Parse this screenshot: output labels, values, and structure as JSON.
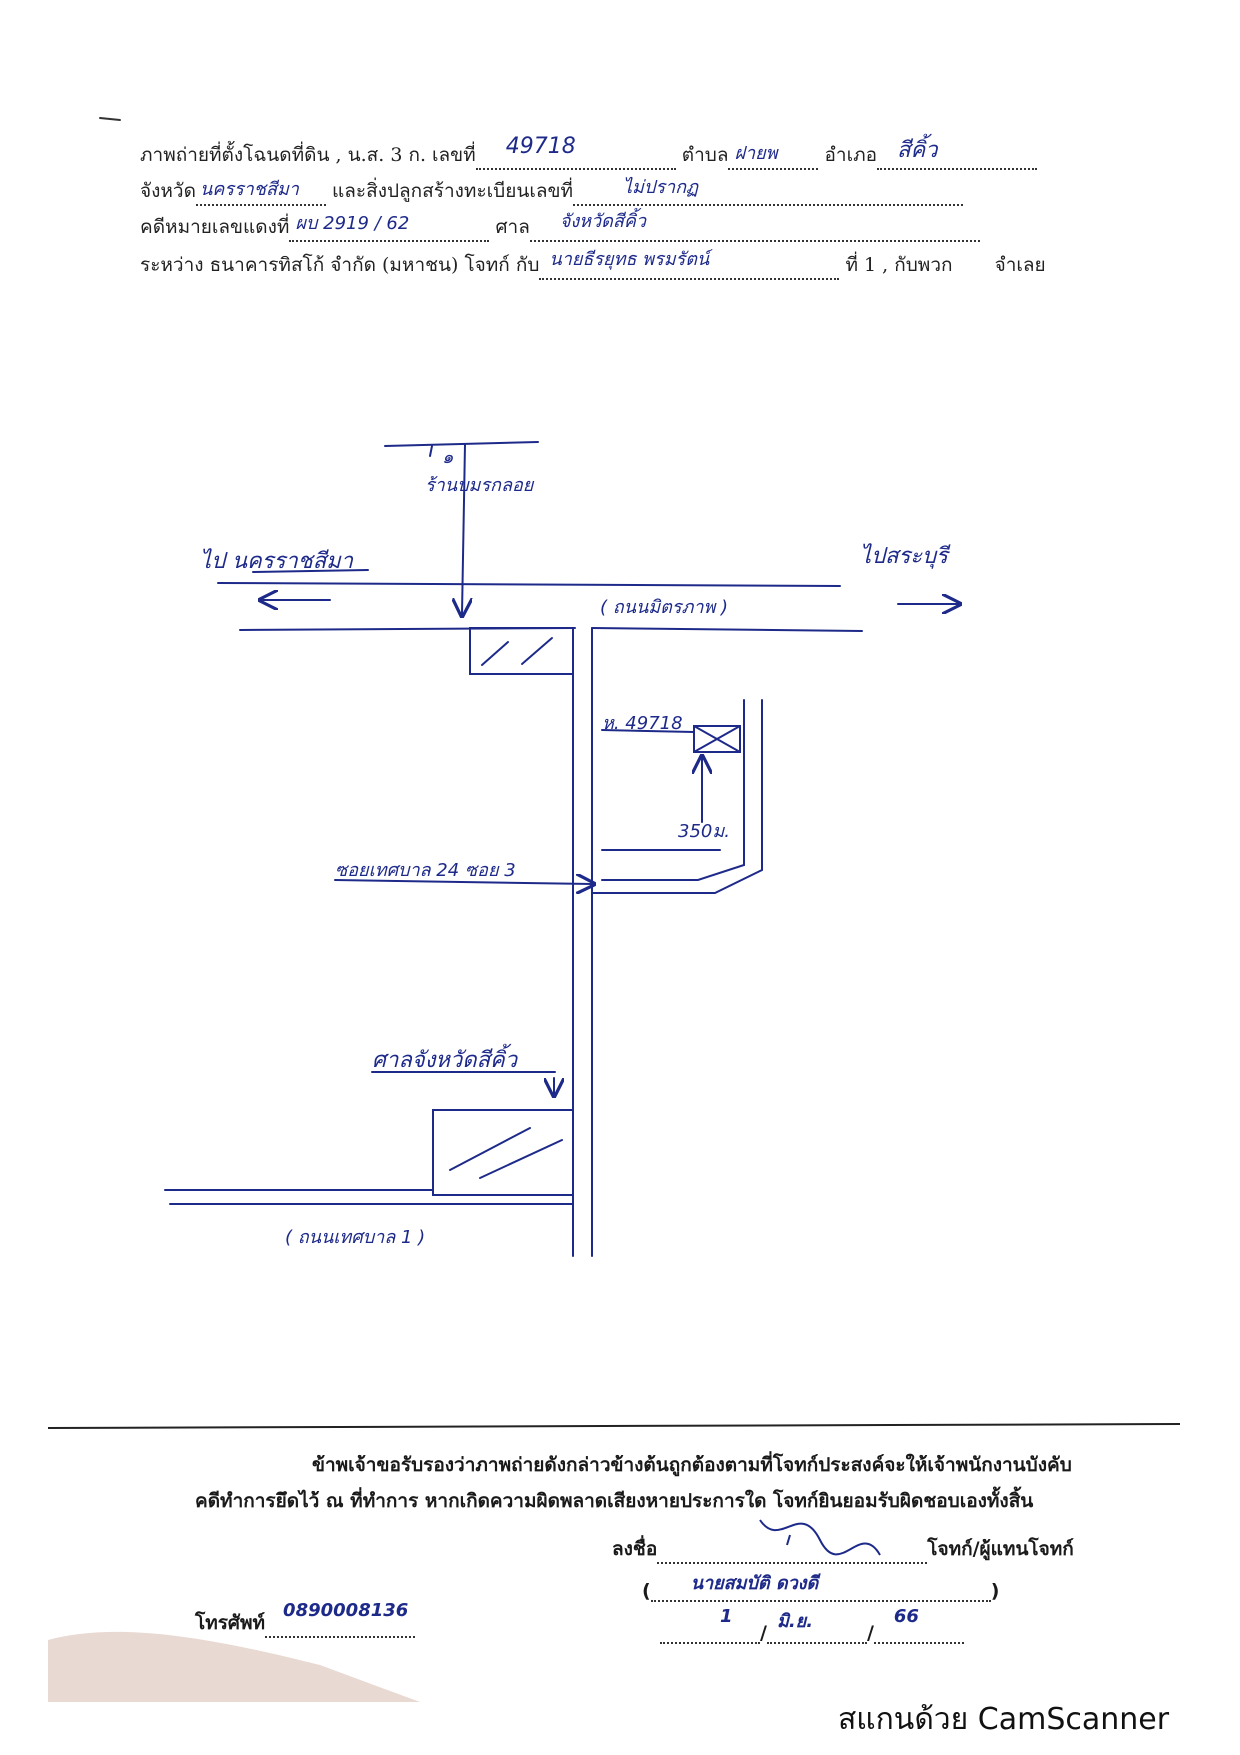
{
  "header": {
    "line1": {
      "label_photo": "ภาพถ่ายที่ตั้งโฉนดที่ดิน ,",
      "label_ns3k": "น.ส. 3 ก. เลขที่",
      "deed_no": "49718",
      "label_tambon": "ตำบล",
      "tambon": "ฝายพ",
      "label_amphoe": "อำเภอ",
      "amphoe": "สีคิ้ว"
    },
    "line2": {
      "label_province": "จังหวัด",
      "province": "นครราชสีมา",
      "label_building": "และสิ่งปลูกสร้างทะเบียนเลขที่",
      "building_no": "ไม่ปรากฏ"
    },
    "line3": {
      "label_case": "คดีหมายเลขแดงที่",
      "case_no": "ผบ 2919 / 62",
      "label_court": "ศาล",
      "court": "จังหวัดสีคิ้ว"
    },
    "line4": {
      "label_between": "ระหว่าง ธนาคารทิสโก้ จำกัด (มหาชน) โจทก์ กับ",
      "defendant": "นายธีรยุทธ พรมรัตน์",
      "label_tail": "ที่ 1 , กับพวก",
      "label_defendant": "จำเลย"
    }
  },
  "map": {
    "shop_no": "๑",
    "shop_label": "ร้านบมรกลอย",
    "to_left": "ไป นครราชสีมา",
    "to_right": "ไปสระบุรี",
    "main_road": "( ถนนมิตรภาพ )",
    "plot_label": "ห. 49718",
    "distance": "350ม.",
    "soi_label": "ซอยเทศบาล 24 ซอย 3",
    "court_label": "ศาลจังหวัดสีคิ้ว",
    "bottom_road": "( ถนนเทศบาล 1 )"
  },
  "certification": {
    "line1": "ข้าพเจ้าขอรับรองว่าภาพถ่ายดังกล่าวข้างต้นถูกต้องตามที่โจทก์ประสงค์จะให้เจ้าพนักงานบังคับ",
    "line2": "คดีทำการยึดไว้ ณ ที่ทำการ หากเกิดความผิดพลาดเสียงหายประการใด โจทก์ยินยอมรับผิดชอบเองทั้งสิ้น",
    "sign_label": "ลงชื่อ",
    "sign_role": "โจทก์/ผู้แทนโจทก์",
    "printed_name": "นายสมบัติ ดวงดี",
    "date_day": "1",
    "date_month": "มิ.ย.",
    "date_year": "66",
    "phone_label": "โทรศัพท์",
    "phone": "0890008136"
  },
  "watermark": "สแกนด้วย CamScanner"
}
